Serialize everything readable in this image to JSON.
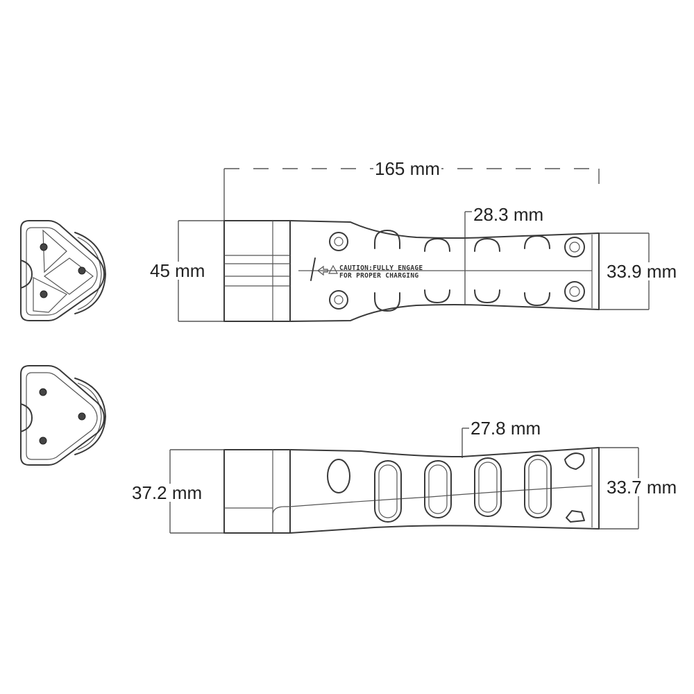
{
  "dimensions": {
    "overall_length": "165 mm",
    "top_grip_width": "28.3 mm",
    "top_height": "45 mm",
    "top_tip_height": "33.9 mm",
    "bottom_grip_width": "27.8 mm",
    "bottom_height": "37.2 mm",
    "bottom_tip_height": "33.7 mm"
  },
  "caption": {
    "line1": "CAUTION:FULLY ENGAGE",
    "line2": "FOR PROPER CHARGING"
  },
  "colors": {
    "line": "#3a3a3a",
    "text": "#222222"
  }
}
